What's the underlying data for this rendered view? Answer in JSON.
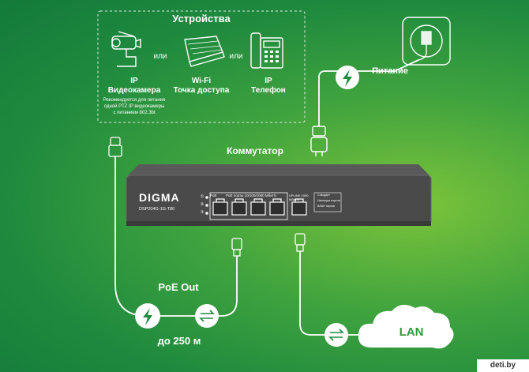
{
  "devices": {
    "title": "Устройства",
    "or": "или",
    "camera": {
      "line1": "IP",
      "line2": "Видеокамера",
      "note1": "Рекомендуется для питания",
      "note2": "одной PTZ IP видеокамеры",
      "note3": "с питанием 802.3bt"
    },
    "ap": {
      "line1": "Wi-Fi",
      "line2": "Точка доступа"
    },
    "phone": {
      "line1": "IP",
      "line2": "Телефон"
    }
  },
  "power": {
    "label": "Питание"
  },
  "switch": {
    "title": "Коммутатор",
    "brand": "DIGMA",
    "model": "DSP204G-1G-T80",
    "poe": "PoE",
    "ports_label": "PoE порты 10/100/1000 Мбит/с",
    "uplink_label": "UPLINK 1000 Мбит/с",
    "legend": [
      "Стандарт",
      "Изоляция портов",
      "ВЛАН портов"
    ],
    "led_labels": [
      "①",
      "②",
      "③"
    ]
  },
  "poe_out": {
    "label": "PoE Out",
    "distance": "до 250 м"
  },
  "lan": {
    "label": "LAN"
  },
  "watermark": "deti.by",
  "colors": {
    "bg": "#2e9a3e",
    "line": "#ffffff",
    "switch": "#4a4a4a",
    "accent": "#1f8a3e"
  }
}
